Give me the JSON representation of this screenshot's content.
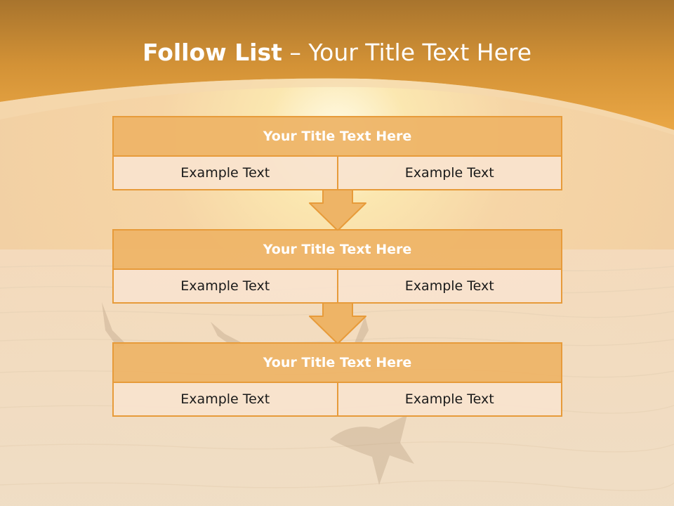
{
  "slide": {
    "title_bold": "Follow List",
    "title_rest": "  – Your Title Text Here"
  },
  "steps": [
    {
      "title": "Your Title Text Here",
      "left": "Example Text",
      "right": "Example Text"
    },
    {
      "title": "Your Title Text Here",
      "left": "Example Text",
      "right": "Example Text"
    },
    {
      "title": "Your Title Text Here",
      "left": "Example Text",
      "right": "Example Text"
    }
  ],
  "colors": {
    "accent": "#e79b3a",
    "header_fill": "#eeb466",
    "cell_fill": "#f8e3ce",
    "banner": "#e8a544"
  },
  "background_image": "sunset-sea-with-seagulls"
}
